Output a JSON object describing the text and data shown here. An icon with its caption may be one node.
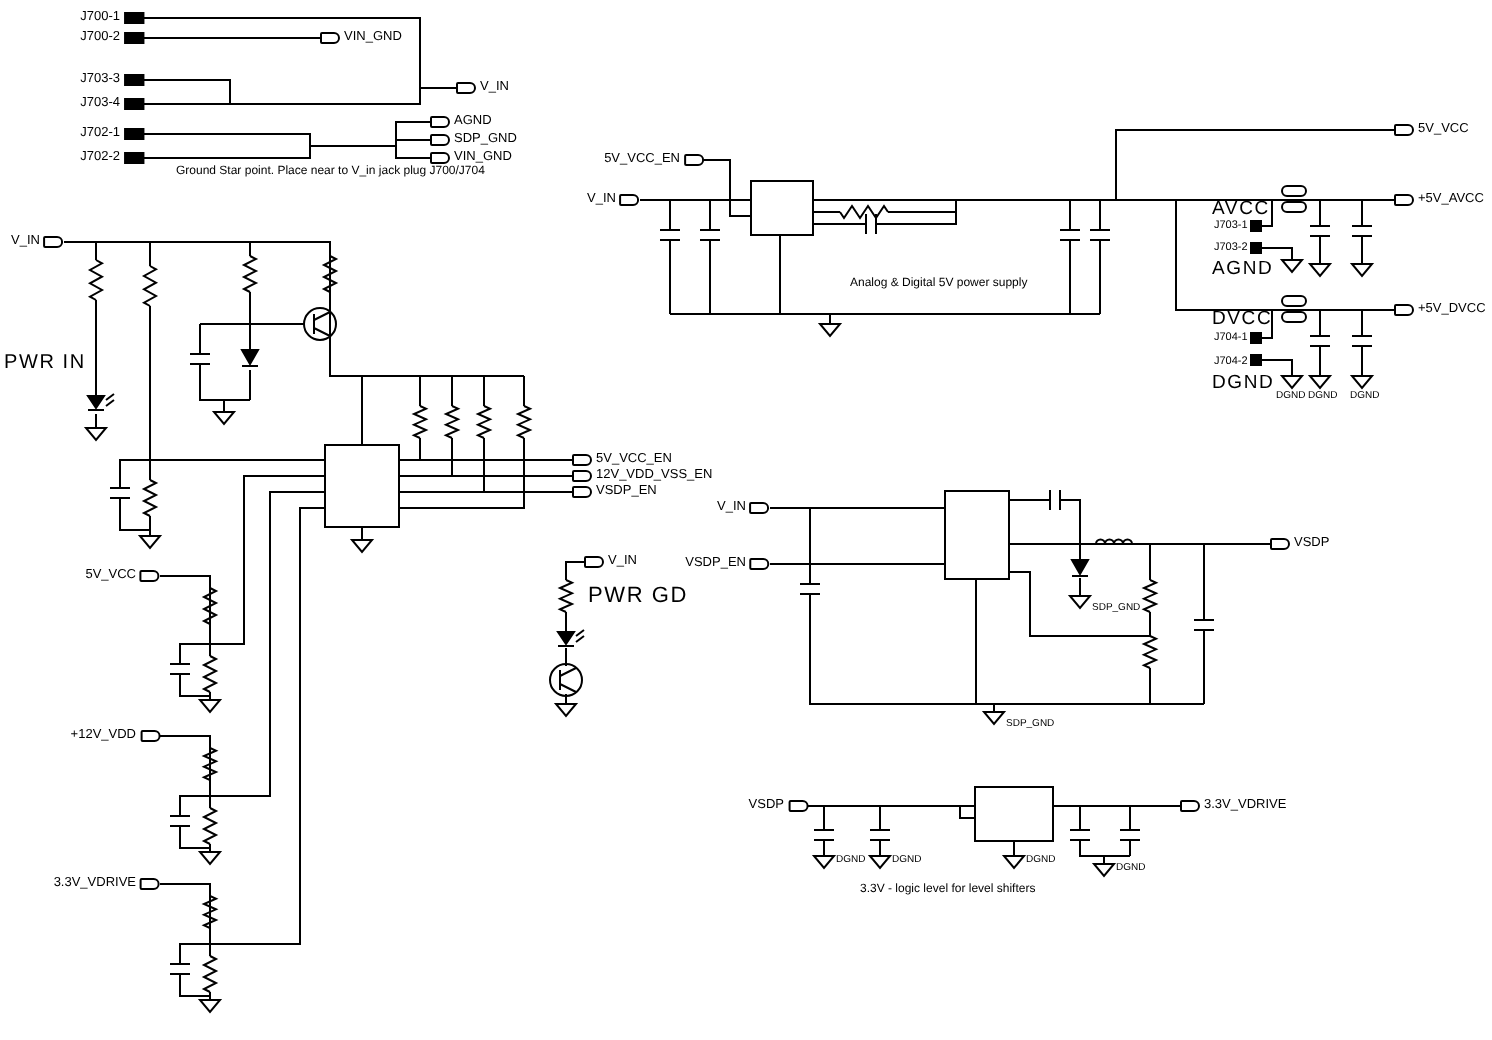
{
  "diagram": {
    "nodes": [
      {
        "text": [
          "J700-1"
        ]
      },
      {
        "text": [
          "J700-2"
        ]
      },
      {
        "text": [
          "VIN_GND"
        ]
      },
      {
        "text": [
          "J703-3"
        ]
      },
      {
        "text": [
          "J703-4"
        ]
      },
      {
        "text": [
          "V_IN"
        ]
      },
      {
        "text": [
          "J702-1"
        ]
      },
      {
        "text": [
          "J702-2"
        ]
      },
      {
        "text": [
          "AGND"
        ]
      },
      {
        "text": [
          "SDP_GND"
        ]
      },
      {
        "text": [
          "VIN_GND"
        ]
      },
      {
        "text": [
          "V_IN"
        ]
      },
      {
        "text": [],
        "shape": "box"
      },
      {
        "text": [
          "5V_VCC_EN"
        ]
      },
      {
        "text": [
          "12V_VDD_VSS_EN"
        ]
      },
      {
        "text": [
          "VSDP_EN"
        ]
      },
      {
        "text": [
          "V_IN"
        ]
      },
      {
        "text": [
          "5V_VCC"
        ]
      },
      {
        "text": [
          "+12V_VDD"
        ]
      },
      {
        "text": [
          "3.3V_VDRIVE"
        ]
      },
      {
        "text": [
          "5V_VCC_EN"
        ]
      },
      {
        "text": [
          "V_IN"
        ]
      },
      {
        "text": [],
        "shape": "box"
      },
      {
        "text": [
          "5V_VCC"
        ]
      },
      {
        "text": [
          "+5V_AVCC"
        ]
      },
      {
        "text": [
          "+5V_DVCC"
        ]
      },
      {
        "text": [
          "V_IN"
        ]
      },
      {
        "text": [
          "VSDP_EN"
        ]
      },
      {
        "text": [],
        "shape": "box"
      },
      {
        "text": [
          "VSDP"
        ]
      },
      {
        "text": [
          "VSDP"
        ]
      },
      {
        "text": [],
        "shape": "box"
      },
      {
        "text": [
          "3.3V_VDRIVE"
        ]
      }
    ],
    "edges": [
      {
        "from": 0,
        "to": 5,
        "arrow": "none"
      },
      {
        "from": 1,
        "to": 2,
        "arrow": "none"
      },
      {
        "from": 3,
        "to": 5,
        "arrow": "none"
      },
      {
        "from": 4,
        "to": 5,
        "arrow": "none"
      },
      {
        "from": 6,
        "to": 8,
        "arrow": "none"
      },
      {
        "from": 6,
        "to": 9,
        "arrow": "none"
      },
      {
        "from": 6,
        "to": 10,
        "arrow": "none"
      },
      {
        "from": 7,
        "to": 8,
        "arrow": "none"
      },
      {
        "from": 7,
        "to": 9,
        "arrow": "none"
      },
      {
        "from": 7,
        "to": 10,
        "arrow": "none"
      },
      {
        "from": 11,
        "to": 12,
        "arrow": "none"
      },
      {
        "from": 12,
        "to": 13,
        "arrow": "none"
      },
      {
        "from": 12,
        "to": 14,
        "arrow": "none"
      },
      {
        "from": 12,
        "to": 15,
        "arrow": "none"
      },
      {
        "from": 17,
        "to": 12,
        "arrow": "none"
      },
      {
        "from": 18,
        "to": 12,
        "arrow": "none"
      },
      {
        "from": 19,
        "to": 12,
        "arrow": "none"
      },
      {
        "from": 21,
        "to": 22,
        "arrow": "none"
      },
      {
        "from": 20,
        "to": 22,
        "arrow": "none"
      },
      {
        "from": 22,
        "to": 23,
        "arrow": "none"
      },
      {
        "from": 22,
        "to": 24,
        "arrow": "none"
      },
      {
        "from": 22,
        "to": 25,
        "arrow": "none"
      },
      {
        "from": 26,
        "to": 28,
        "arrow": "none"
      },
      {
        "from": 27,
        "to": 28,
        "arrow": "none"
      },
      {
        "from": 28,
        "to": 29,
        "arrow": "none"
      },
      {
        "from": 30,
        "to": 31,
        "arrow": "none"
      },
      {
        "from": 31,
        "to": 32,
        "arrow": "none"
      }
    ],
    "labels": [
      "Ground Star point. Place near to V_in jack plug J700/J704",
      "PWR IN",
      "PWR GD",
      "AVCC",
      "J703-1",
      "J703-2",
      "AGND",
      "Analog & Digital 5V power supply",
      "DVCC",
      "J704-1",
      "J704-2",
      "DGND",
      "DGND",
      "DGND",
      "DGND",
      "SDP_GND",
      "SDP_GND",
      "DGND",
      "DGND",
      "DGND",
      "DGND",
      "3.3V - logic level for level shifters"
    ]
  }
}
